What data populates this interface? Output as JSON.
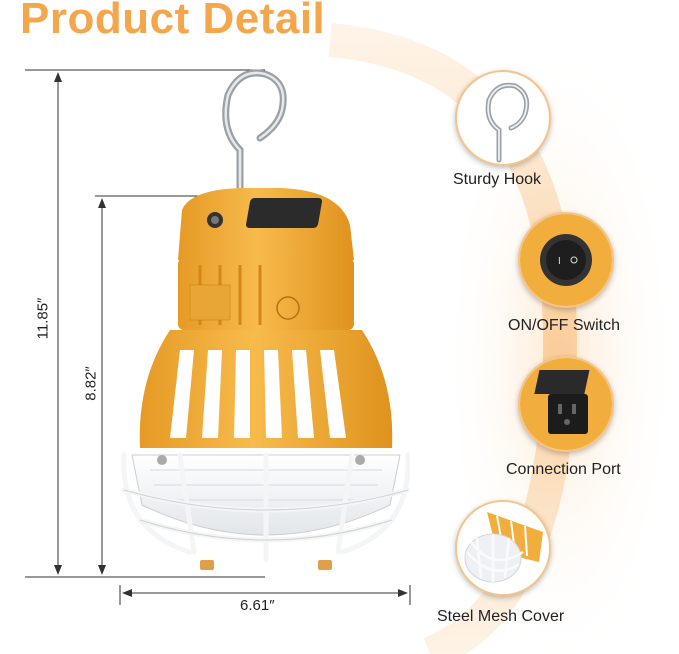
{
  "title": "Product Detail",
  "dimensions": {
    "total_height": "11.85″",
    "body_height": "8.82″",
    "width": "6.61″"
  },
  "features": [
    {
      "label": "Sturdy Hook",
      "icon": "hook-icon"
    },
    {
      "label": "ON/OFF Switch",
      "icon": "power-switch-icon"
    },
    {
      "label": "Connection Port",
      "icon": "outlet-icon"
    },
    {
      "label": "Steel Mesh Cover",
      "icon": "mesh-cover-icon"
    }
  ],
  "colors": {
    "accent": "#f4a64a",
    "housing": "#f2ae3c",
    "glow": "#fbd9ad"
  }
}
